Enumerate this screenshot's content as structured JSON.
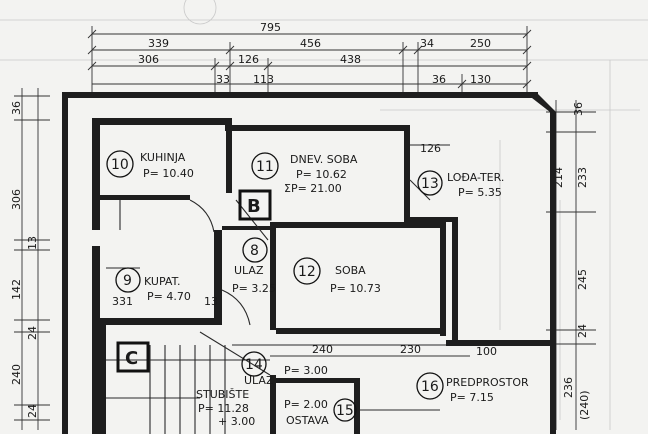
{
  "plan": {
    "block_labels": {
      "b": "B",
      "c": "C"
    },
    "dimensions": {
      "top_total": "795",
      "top_row1": [
        "339",
        "456",
        "34",
        "250"
      ],
      "top_row2": [
        "306",
        "126",
        "438"
      ],
      "top_row3": [
        "33",
        "113",
        "36",
        "130"
      ],
      "left": [
        "36",
        "306",
        "13",
        "142",
        "24",
        "240",
        "24"
      ],
      "right": [
        "36",
        "214",
        "233",
        "245",
        "24",
        "236",
        "(240)"
      ],
      "inner": [
        "126",
        "240",
        "230",
        "100",
        "331",
        "13"
      ]
    },
    "rooms": [
      {
        "number": "10",
        "name": "KUHINJA",
        "area": "P= 10.40"
      },
      {
        "number": "11",
        "name": "DNEV. SOBA",
        "area": "P= 10.62",
        "extra": "ΣP= 21.00"
      },
      {
        "number": "13",
        "name": "LOĐA-TER.",
        "area": "P= 5.35"
      },
      {
        "number": "8",
        "name": "ULAZ",
        "area": "P= 3.25"
      },
      {
        "number": "12",
        "name": "SOBA",
        "area": "P= 10.73"
      },
      {
        "number": "9",
        "name": "KUPAT.",
        "area": "P= 4.70"
      },
      {
        "number": "14",
        "name": "ULAZ",
        "area": "P= 3.00",
        "extra": "STUBIŠTE",
        "extra2": "P= 11.28",
        "extra3": "+ 3.00"
      },
      {
        "number": "15",
        "name": "OSTAVA",
        "area": "P= 2.00"
      },
      {
        "number": "16",
        "name": "PREDPROSTOR",
        "area": "P= 7.15"
      }
    ]
  }
}
